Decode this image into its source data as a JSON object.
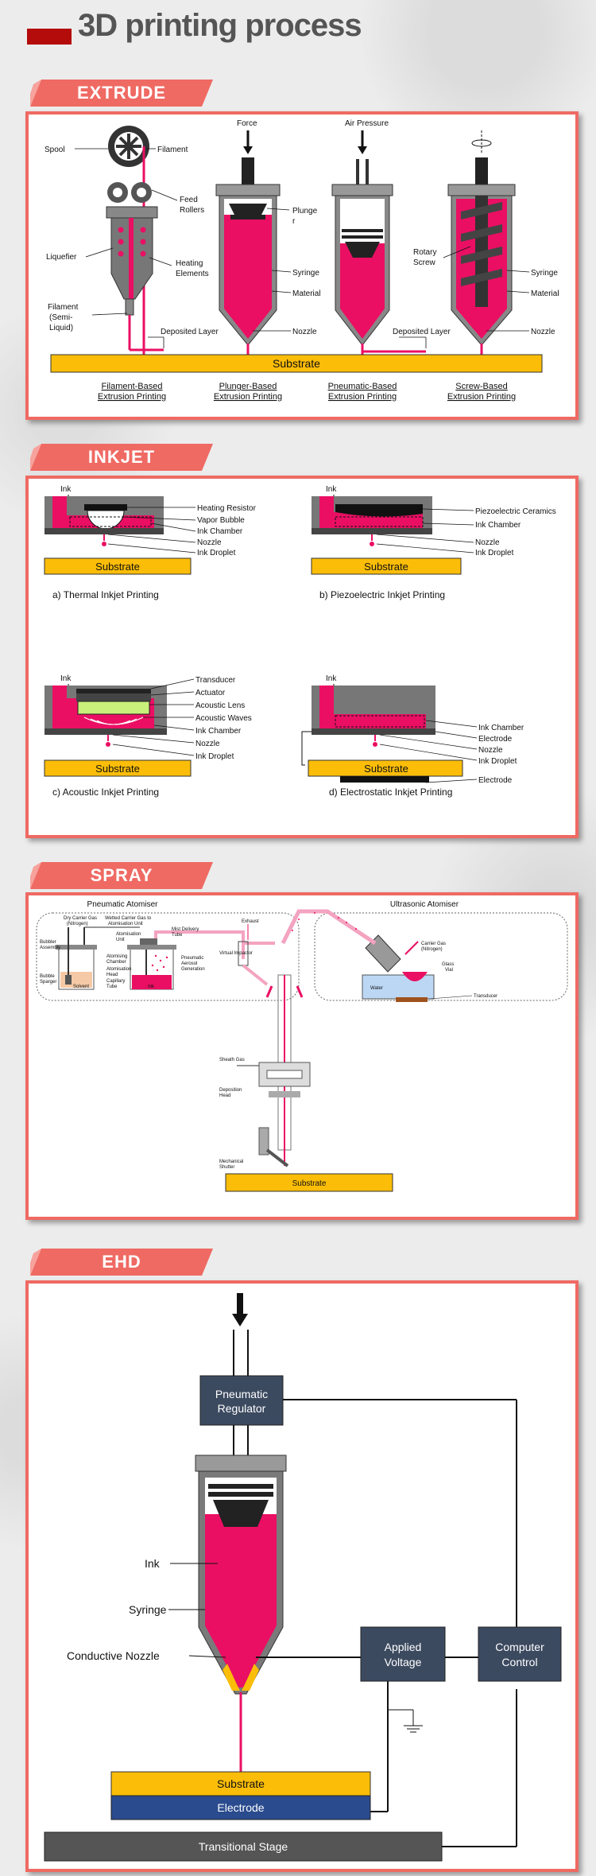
{
  "title": "3D printing process",
  "sections": {
    "extrude": {
      "label": "EXTRUDE",
      "labels": {
        "spool": "Spool",
        "filament": "Filament",
        "feed_rollers_1": "Feed",
        "feed_rollers_2": "Rollers",
        "liquefier": "Liquefier",
        "heating_1": "Heating",
        "heating_2": "Elements",
        "semi_1": "Filament",
        "semi_2": "(Semi-",
        "semi_3": "Liquid)",
        "deposited_layer_1": "Deposited Layer",
        "force": "Force",
        "plunger_1": "Plunge",
        "plunger_2": "r",
        "syringe_1": "Syringe",
        "material_1": "Material",
        "nozzle_1": "Nozzle",
        "air_pressure": "Air Pressure",
        "deposited_layer_2": "Deposited Layer",
        "rotary_1": "Rotary",
        "rotary_2": "Screw",
        "syringe_2": "Syringe",
        "material_2": "Material",
        "nozzle_2": "Nozzle",
        "substrate": "Substrate"
      },
      "captions": [
        [
          "Filament-Based",
          "Extrusion Printing"
        ],
        [
          "Plunger-Based",
          "Extrusion Printing"
        ],
        [
          "Pneumatic-Based",
          "Extrusion Printing"
        ],
        [
          "Screw-Based",
          "Extrusion Printing"
        ]
      ]
    },
    "inkjet": {
      "label": "INKJET",
      "panels": [
        {
          "ink": "Ink",
          "labels": [
            "Heating Resistor",
            "Vapor Bubble",
            "Ink Chamber",
            "Nozzle",
            "Ink Droplet"
          ],
          "substrate": "Substrate",
          "caption": "a) Thermal Inkjet Printing"
        },
        {
          "ink": "Ink",
          "labels": [
            "Piezoelectric Ceramics",
            "Ink Chamber",
            "Nozzle",
            "Ink Droplet"
          ],
          "substrate": "Substrate",
          "caption": "b)  Piezoelectric Inkjet Printing"
        },
        {
          "ink": "Ink",
          "labels": [
            "Transducer",
            "Actuator",
            "Acoustic Lens",
            "Acoustic Waves",
            "Ink Chamber",
            "Nozzle",
            "Ink Droplet"
          ],
          "substrate": "Substrate",
          "caption": "c) Acoustic Inkjet Printing"
        },
        {
          "ink": "Ink",
          "labels": [
            "Ink Chamber",
            "Electrode",
            "Nozzle",
            "Ink Droplet",
            "Electrode"
          ],
          "substrate": "Substrate",
          "caption": "d) Electrostatic Inkjet Printing"
        }
      ]
    },
    "spray": {
      "label": "SPRAY",
      "pneumatic_title": "Pneumatic Atomiser",
      "ultrasonic_title": "Ultrasonic Atomiser",
      "small": {
        "dry_gas_1": "Dry Carrier Gas",
        "dry_gas_2": "(Nitrogen)",
        "wetted_1": "Wetted Carrier Gas to",
        "wetted_2": "Atomisation Unit",
        "bubbler_1": "Bubbler",
        "bubbler_2": "Assembly",
        "atom_unit_1": "Atomisation",
        "atom_unit_2": "Unit",
        "mist_1": "Mist Delivery",
        "mist_2": "Tube",
        "exhaust": "Exhaust",
        "virtual": "Virtual Impactor",
        "atom_chamber_1": "Atomising",
        "atom_chamber_2": "Chamber",
        "atom_head_1": "Atomisation",
        "atom_head_2": "Head",
        "capillary_1": "Capillary",
        "capillary_2": "Tube",
        "aerosol_1": "Pneumatic",
        "aerosol_2": "Aerosol",
        "aerosol_3": "Generation",
        "sparger_1": "Bubble",
        "sparger_2": "Sparger",
        "solvent": "Solvent",
        "ink": "Ink",
        "carrier_1": "Carrier Gas",
        "carrier_2": "(Nitrogen)",
        "glass_1": "Glass",
        "glass_2": "Vial",
        "water": "Water",
        "transducer": "Transducer",
        "sheath": "Sheath Gas",
        "dep_head_1": "Deposition",
        "dep_head_2": "Head",
        "shutter_1": "Mechanical",
        "shutter_2": "Shutter"
      },
      "substrate": "Substrate"
    },
    "ehd": {
      "label": "EHD",
      "pneumatic_1": "Pneumatic",
      "pneumatic_2": "Regulator",
      "ink": "Ink",
      "syringe": "Syringe",
      "conductive_nozzle": "Conductive Nozzle",
      "applied_1": "Applied",
      "applied_2": "Voltage",
      "computer_1": "Computer",
      "computer_2": "Control",
      "substrate": "Substrate",
      "electrode": "Electrode",
      "stage": "Transitional Stage"
    }
  },
  "colors": {
    "magenta": "#ea0f63",
    "substrate": "#fbbd08",
    "accent": "#ef6a63",
    "title_bar": "#b40b0b",
    "dark_box": "#3c4a60",
    "electrode": "#2a4b8e"
  }
}
